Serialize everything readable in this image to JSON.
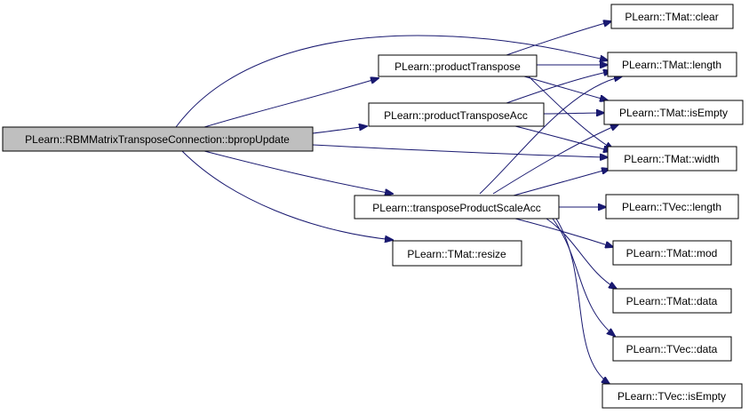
{
  "graph": {
    "colors": {
      "edge": "#191970",
      "root_fill": "#bfbfbf",
      "node_fill": "#ffffff",
      "border": "#000000"
    },
    "nodes": {
      "root": "PLearn::RBMMatrixTransposeConnection::bpropUpdate",
      "product_transpose": "PLearn::productTranspose",
      "product_transpose_acc": "PLearn::productTransposeAcc",
      "transpose_product_scale_acc": "PLearn::transposeProductScaleAcc",
      "tmat_resize": "PLearn::TMat::resize",
      "tmat_clear": "PLearn::TMat::clear",
      "tmat_length": "PLearn::TMat::length",
      "tmat_is_empty": "PLearn::TMat::isEmpty",
      "tmat_width": "PLearn::TMat::width",
      "tvec_length": "PLearn::TVec::length",
      "tmat_mod": "PLearn::TMat::mod",
      "tmat_data": "PLearn::TMat::data",
      "tvec_data": "PLearn::TVec::data",
      "tvec_is_empty": "PLearn::TVec::isEmpty"
    }
  }
}
